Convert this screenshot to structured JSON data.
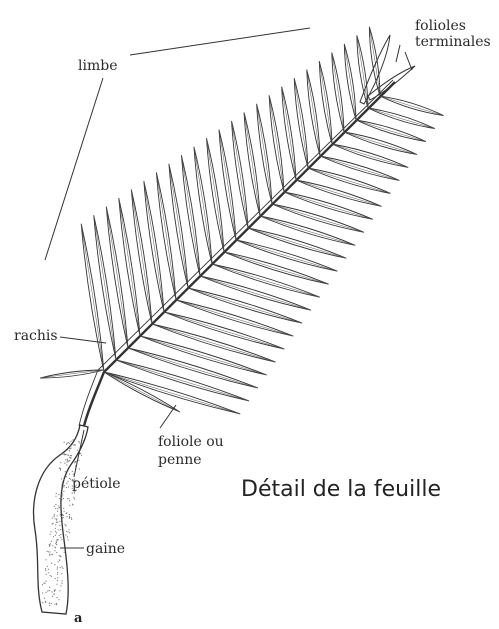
{
  "labels": {
    "limbe": "limbe",
    "folioles_1": "folioles",
    "folioles_2": "terminales",
    "rachis": "rachis",
    "foliole_1": "foliole ou",
    "foliole_2": "penne",
    "petiole": "pétiole",
    "gaine": "gaine",
    "panel": "a"
  },
  "caption": "Détail de la feuille"
}
